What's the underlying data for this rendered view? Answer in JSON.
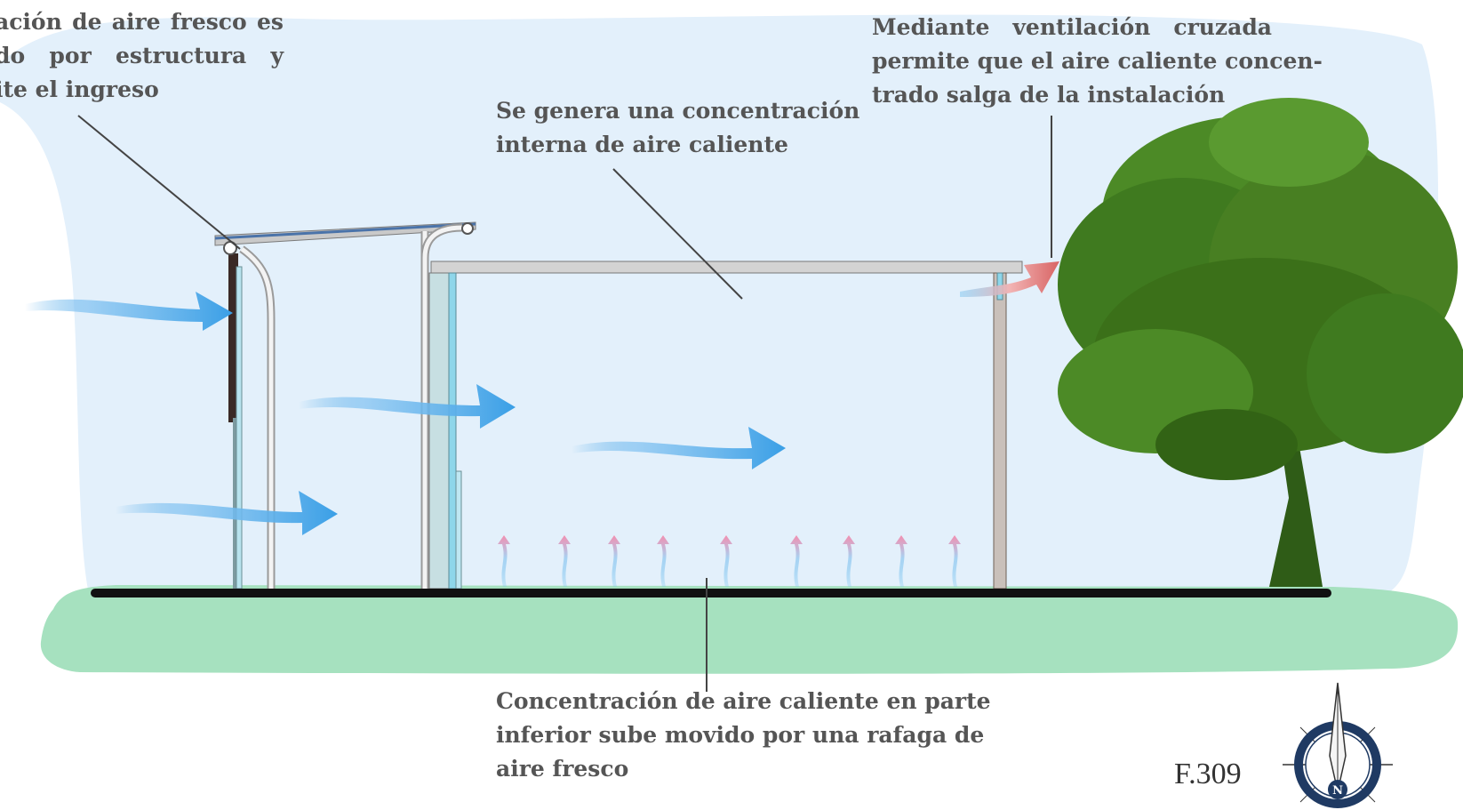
{
  "annotations": {
    "fresh_air": {
      "lines": [
        "ación de aire fresco es",
        "do por estructura y",
        "ite el ingreso"
      ]
    },
    "cross_ventilation": {
      "lines": [
        "Mediante ventilación cruzada",
        "permite que el aire caliente concen-",
        "trado salga de la instalación"
      ]
    },
    "internal_heat": {
      "lines": [
        "Se genera una concentración",
        "interna de aire caliente"
      ]
    },
    "bottom_heat": {
      "lines": [
        "Concentración de aire caliente en parte",
        "inferior sube movido por una rafaga de",
        "aire fresco"
      ]
    }
  },
  "figure_label": "F.309",
  "compass": {
    "label": "N"
  },
  "colors": {
    "sky": "#e3f0fb",
    "grass": "#a6e1bf",
    "ground_line": "#111111",
    "fresh_air_arrow": "#3a9fe6",
    "hot_air_arrow": "#d86464",
    "tree": "#3f7a1f",
    "compass_ring": "#1f3a63"
  },
  "icons": [
    "fresh-air-arrow",
    "hot-air-arrow",
    "rising-heat-arrow",
    "tree",
    "north-compass-icon"
  ]
}
